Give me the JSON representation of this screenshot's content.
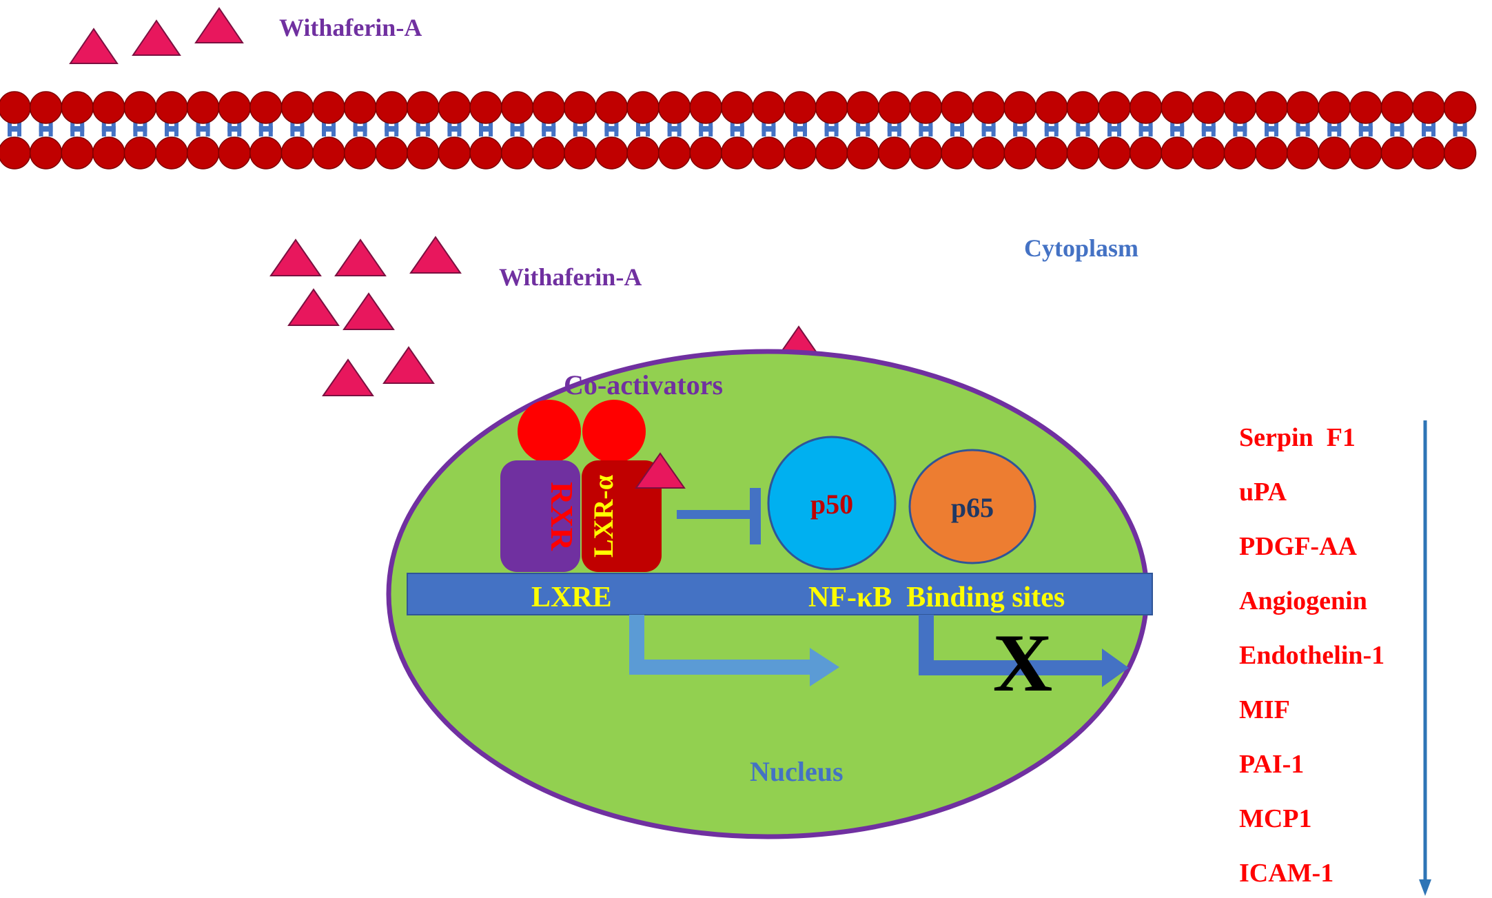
{
  "labels": {
    "withaferin_top": "Withaferin-A",
    "withaferin_mid": "Withaferin-A",
    "cytoplasm": "Cytoplasm",
    "coactivators": "Co-activators",
    "rxr": "RXR",
    "lxr": "LXR-α",
    "p50": "p50",
    "p65": "p65",
    "lxre": "LXRE",
    "nfkb_sites": "NF-κB  Binding sites",
    "block_mark": "X",
    "nucleus": "Nucleus"
  },
  "downregulated_genes": [
    "Serpin  F1",
    "uPA",
    "PDGF-AA",
    "Angiogenin",
    "Endothelin-1",
    "MIF",
    "PAI-1",
    "MCP1",
    "ICAM-1"
  ],
  "colors": {
    "withaferin_triangle": "#e8175d",
    "lipid_head": "#c00000",
    "lipid_tail": "#4472c4",
    "nucleus_fill": "#92d050",
    "nucleus_border": "#7030a0",
    "coactivator": "#ff0000",
    "rxr_box": "#7030a0",
    "lxr_box": "#c00000",
    "p50_fill": "#00b0f0",
    "p65_fill": "#ed7d31",
    "dna_strand": "#4472c4",
    "lxre_arrow": "#5b9bd5",
    "nfkb_arrow": "#4472c4",
    "inhibition": "#4472c4",
    "down_arrow": "#2e75b6",
    "label_purple": "#7030a0",
    "label_blue": "#4472c4",
    "label_red": "#ff0000",
    "label_yellow": "#ffff00"
  }
}
